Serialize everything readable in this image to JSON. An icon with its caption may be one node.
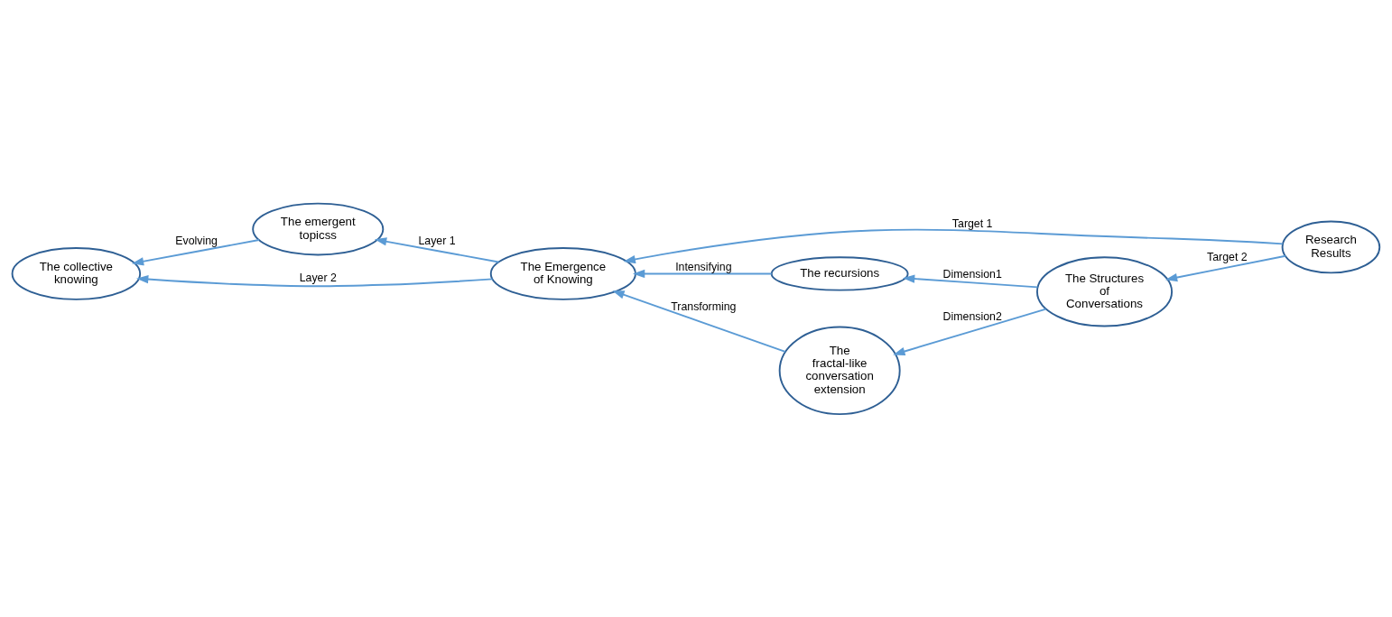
{
  "diagram": {
    "nodes": [
      {
        "text": [
          "Research Results"
        ]
      },
      {
        "text": [
          "The emergent topicss"
        ]
      },
      {
        "text": [
          "The recursions"
        ]
      },
      {
        "text": [
          "The Emergence of Knowing"
        ]
      },
      {
        "text": [
          "The Structures of Conversations"
        ]
      },
      {
        "text": [
          "The collective knowing"
        ]
      },
      {
        "text": [
          "The fractal-like conversation extension"
        ]
      }
    ],
    "edges": [
      {
        "from": 0,
        "to": 3,
        "arrow": "to",
        "label": "Target 1"
      },
      {
        "from": 0,
        "to": 4,
        "arrow": "to",
        "label": "Target 2"
      },
      {
        "from": 3,
        "to": 1,
        "arrow": "to",
        "label": "Layer 1"
      },
      {
        "from": 3,
        "to": 5,
        "arrow": "to",
        "label": "Layer 2"
      },
      {
        "from": 1,
        "to": 5,
        "arrow": "to",
        "label": "Evolving"
      },
      {
        "from": 2,
        "to": 3,
        "arrow": "to",
        "label": "Intensifying"
      },
      {
        "from": 6,
        "to": 3,
        "arrow": "to",
        "label": "Transforming"
      },
      {
        "from": 4,
        "to": 2,
        "arrow": "to",
        "label": "Dimension1"
      },
      {
        "from": 4,
        "to": 6,
        "arrow": "to",
        "label": "Dimension2"
      }
    ]
  }
}
